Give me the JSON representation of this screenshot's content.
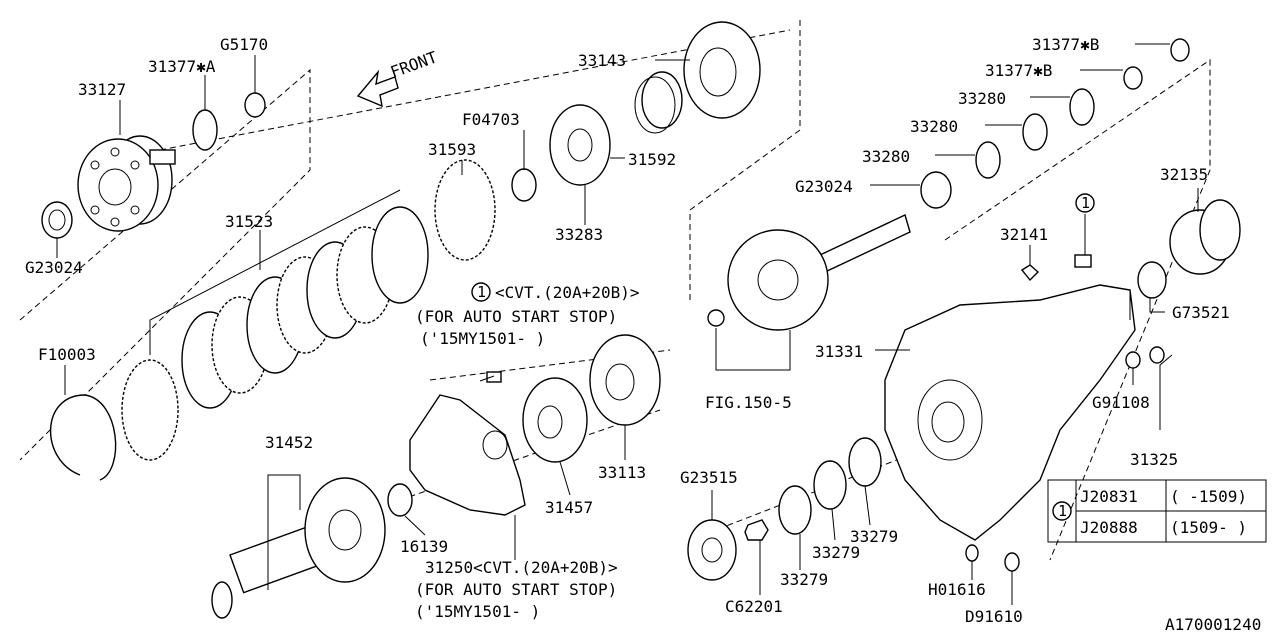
{
  "front_label": "FRONT",
  "diagram_id": "A170001240",
  "parts": {
    "p33127": "33127",
    "p31377a": "31377✱A",
    "pG5170": "G5170",
    "pG23024_left": "G23024",
    "pF10003": "F10003",
    "p31523": "31523",
    "p31593": "31593",
    "pF04703": "F04703",
    "p33143": "33143",
    "p31592": "31592",
    "p33283": "33283",
    "p31452": "31452",
    "p16139": "16139",
    "p31457": "31457",
    "p33113": "33113",
    "pG23515": "G23515",
    "pC62201": "C62201",
    "p33279_a": "33279",
    "p33279_b": "33279",
    "p33279_c": "33279",
    "p31377b_1": "31377✱B",
    "p31377b_2": "31377✱B",
    "p33280_1": "33280",
    "p33280_2": "33280",
    "p33280_3": "33280",
    "pG23024_right": "G23024",
    "p32135": "32135",
    "p32141": "32141",
    "pG73521": "G73521",
    "p31331": "31331",
    "pG91108": "G91108",
    "p31325": "31325",
    "pH01616": "H01616",
    "pD91610": "D91610",
    "fig150": "FIG.150-5"
  },
  "notes": {
    "note1_line1": "<CVT.(20A+20B)>",
    "note1_line2": "(FOR AUTO START STOP)",
    "note1_line3": "('15MY1501-  )",
    "note2_line1": "31250<CVT.(20A+20B)>",
    "note2_line2": "(FOR AUTO START STOP)",
    "note2_line3": "('15MY1501-  )"
  },
  "callout_marker": "1",
  "ref_table": {
    "marker": "1",
    "rows": [
      {
        "part": "J20831",
        "range": "( -1509)"
      },
      {
        "part": "J20888",
        "range": "(1509- )"
      }
    ]
  }
}
